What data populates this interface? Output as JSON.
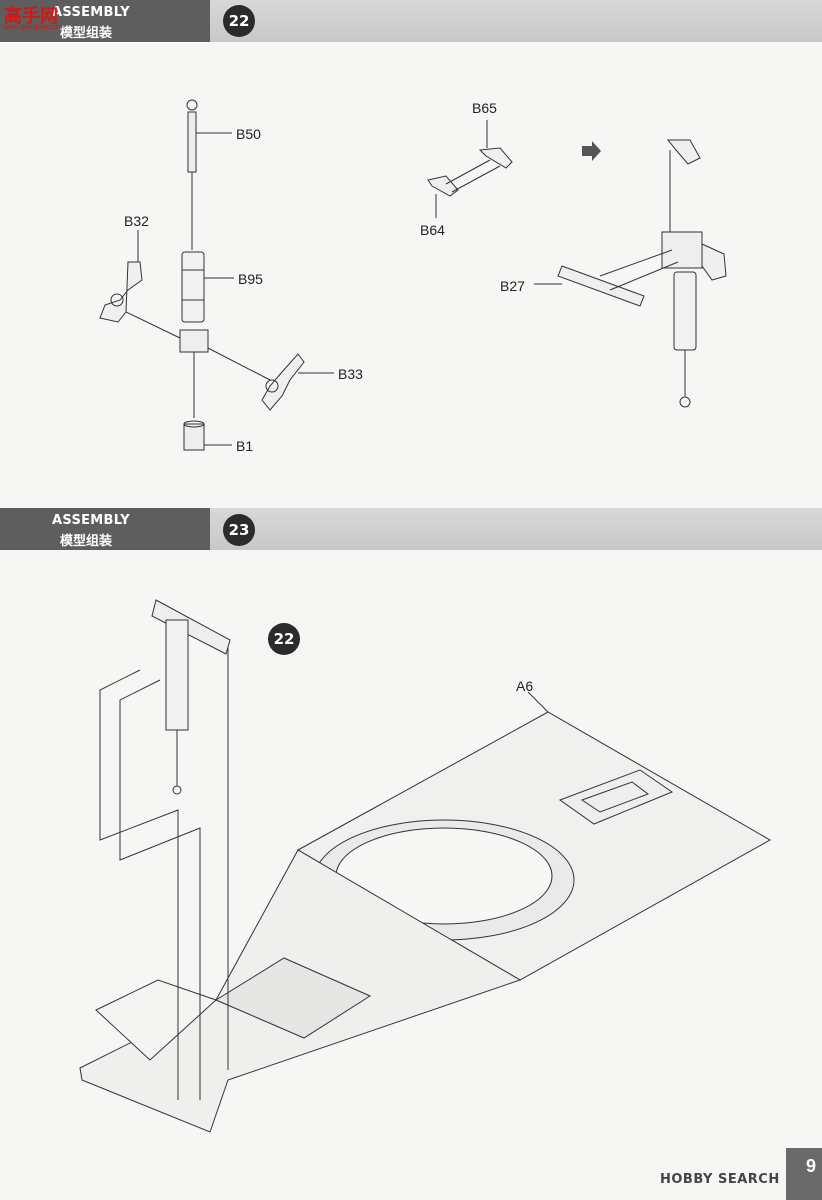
{
  "watermark": "高手网",
  "watermark_sub": "www.gaoshou.com",
  "sections": [
    {
      "title_en": "ASSEMBLY",
      "title_zh": "模型组装",
      "step": "22"
    },
    {
      "title_en": "ASSEMBLY",
      "title_zh": "模型组装",
      "step": "23"
    }
  ],
  "step22_labels": [
    "B50",
    "B32",
    "B95",
    "B33",
    "B1",
    "B65",
    "B64",
    "B27"
  ],
  "step23_labels": [
    "A6"
  ],
  "step23_ref_badge": "22",
  "page_number": "9",
  "credit": "HOBBY SEARCH"
}
